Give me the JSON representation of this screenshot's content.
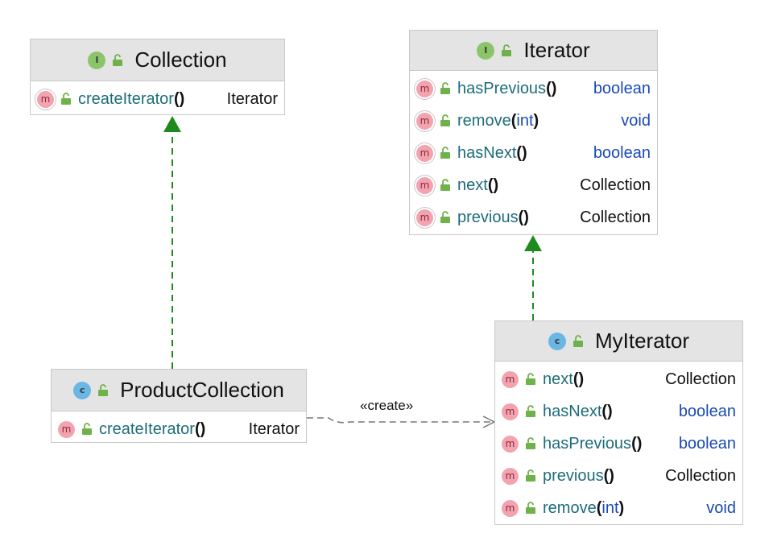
{
  "classes": {
    "collection": {
      "title": "Collection",
      "badge": "I",
      "members": [
        {
          "name": "createIterator",
          "open": "(",
          "params": "",
          "close": ")",
          "type": "Iterator",
          "kind": "ref"
        }
      ]
    },
    "iterator": {
      "title": "Iterator",
      "badge": "I",
      "members": [
        {
          "name": "hasPrevious",
          "open": "(",
          "params": "",
          "close": ")",
          "type": "boolean",
          "kind": "prim"
        },
        {
          "name": "remove",
          "open": "(",
          "params": "int",
          "close": ")",
          "type": "void",
          "kind": "prim"
        },
        {
          "name": "hasNext",
          "open": "(",
          "params": "",
          "close": ")",
          "type": "boolean",
          "kind": "prim"
        },
        {
          "name": "next",
          "open": "(",
          "params": "",
          "close": ")",
          "type": "Collection",
          "kind": "ref"
        },
        {
          "name": "previous",
          "open": "(",
          "params": "",
          "close": ")",
          "type": "Collection",
          "kind": "ref"
        }
      ]
    },
    "product_collection": {
      "title": "ProductCollection",
      "badge": "c",
      "members": [
        {
          "name": "createIterator",
          "open": "(",
          "params": "",
          "close": ")",
          "type": "Iterator",
          "kind": "ref"
        }
      ]
    },
    "my_iterator": {
      "title": "MyIterator",
      "badge": "c",
      "members": [
        {
          "name": "next",
          "open": "(",
          "params": "",
          "close": ")",
          "type": "Collection",
          "kind": "ref"
        },
        {
          "name": "hasNext",
          "open": "(",
          "params": "",
          "close": ")",
          "type": "boolean",
          "kind": "prim"
        },
        {
          "name": "hasPrevious",
          "open": "(",
          "params": "",
          "close": ")",
          "type": "boolean",
          "kind": "prim"
        },
        {
          "name": "previous",
          "open": "(",
          "params": "",
          "close": ")",
          "type": "Collection",
          "kind": "ref"
        },
        {
          "name": "remove",
          "open": "(",
          "params": "int",
          "close": ")",
          "type": "void",
          "kind": "prim"
        }
      ]
    }
  },
  "method_badge": "m",
  "relations": {
    "create_label": "«create»"
  },
  "colors": {
    "realization": "#1e8a1e",
    "dependency": "#777777",
    "header_bg": "#e4e4e4",
    "method_name": "#1c6d7a",
    "primitive_type": "#1a4ab6"
  }
}
